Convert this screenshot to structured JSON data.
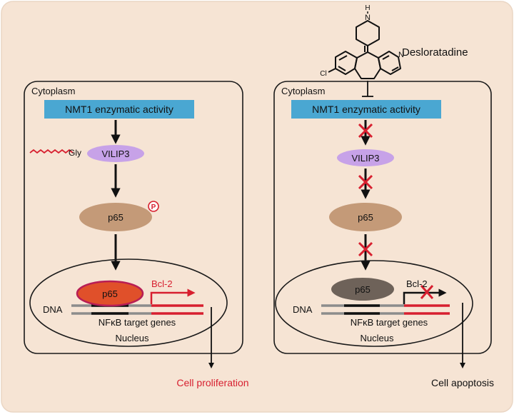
{
  "colors": {
    "background": "#f6e4d4",
    "border": "#1a1a1a",
    "activity_box": "#4aa7d2",
    "vilip3": "#c7a2e8",
    "p65": "#c49a78",
    "p65_active": "#e0502a",
    "p65_active_ring": "#b81e55",
    "p65_inactive": "#6e6259",
    "accent_red": "#d71f2f",
    "dna_gray": "#8c8c8c"
  },
  "drug": {
    "name": "Desloratadine",
    "atom_n_top": "N",
    "atom_h": "H",
    "atom_n_ring": "N",
    "atom_cl": "Cl"
  },
  "left_panel": {
    "compartment": "Cytoplasm",
    "activity": "NMT1 enzymatic activity",
    "myristoyl_label": "Gly",
    "vilip3": "VILIP3",
    "p65": "p65",
    "phospho": "P",
    "nuclear_p65": "p65",
    "gene_label": "Bcl-2",
    "dna": "DNA",
    "target_genes": "NFκB target genes",
    "nucleus": "Nucleus",
    "outcome": "Cell proliferation"
  },
  "right_panel": {
    "compartment": "Cytoplasm",
    "activity": "NMT1 enzymatic activity",
    "vilip3": "VILIP3",
    "p65": "p65",
    "nuclear_p65": "p65",
    "gene_label": "Bcl-2",
    "dna": "DNA",
    "target_genes": "NFκB target genes",
    "nucleus": "Nucleus",
    "outcome": "Cell apoptosis"
  }
}
